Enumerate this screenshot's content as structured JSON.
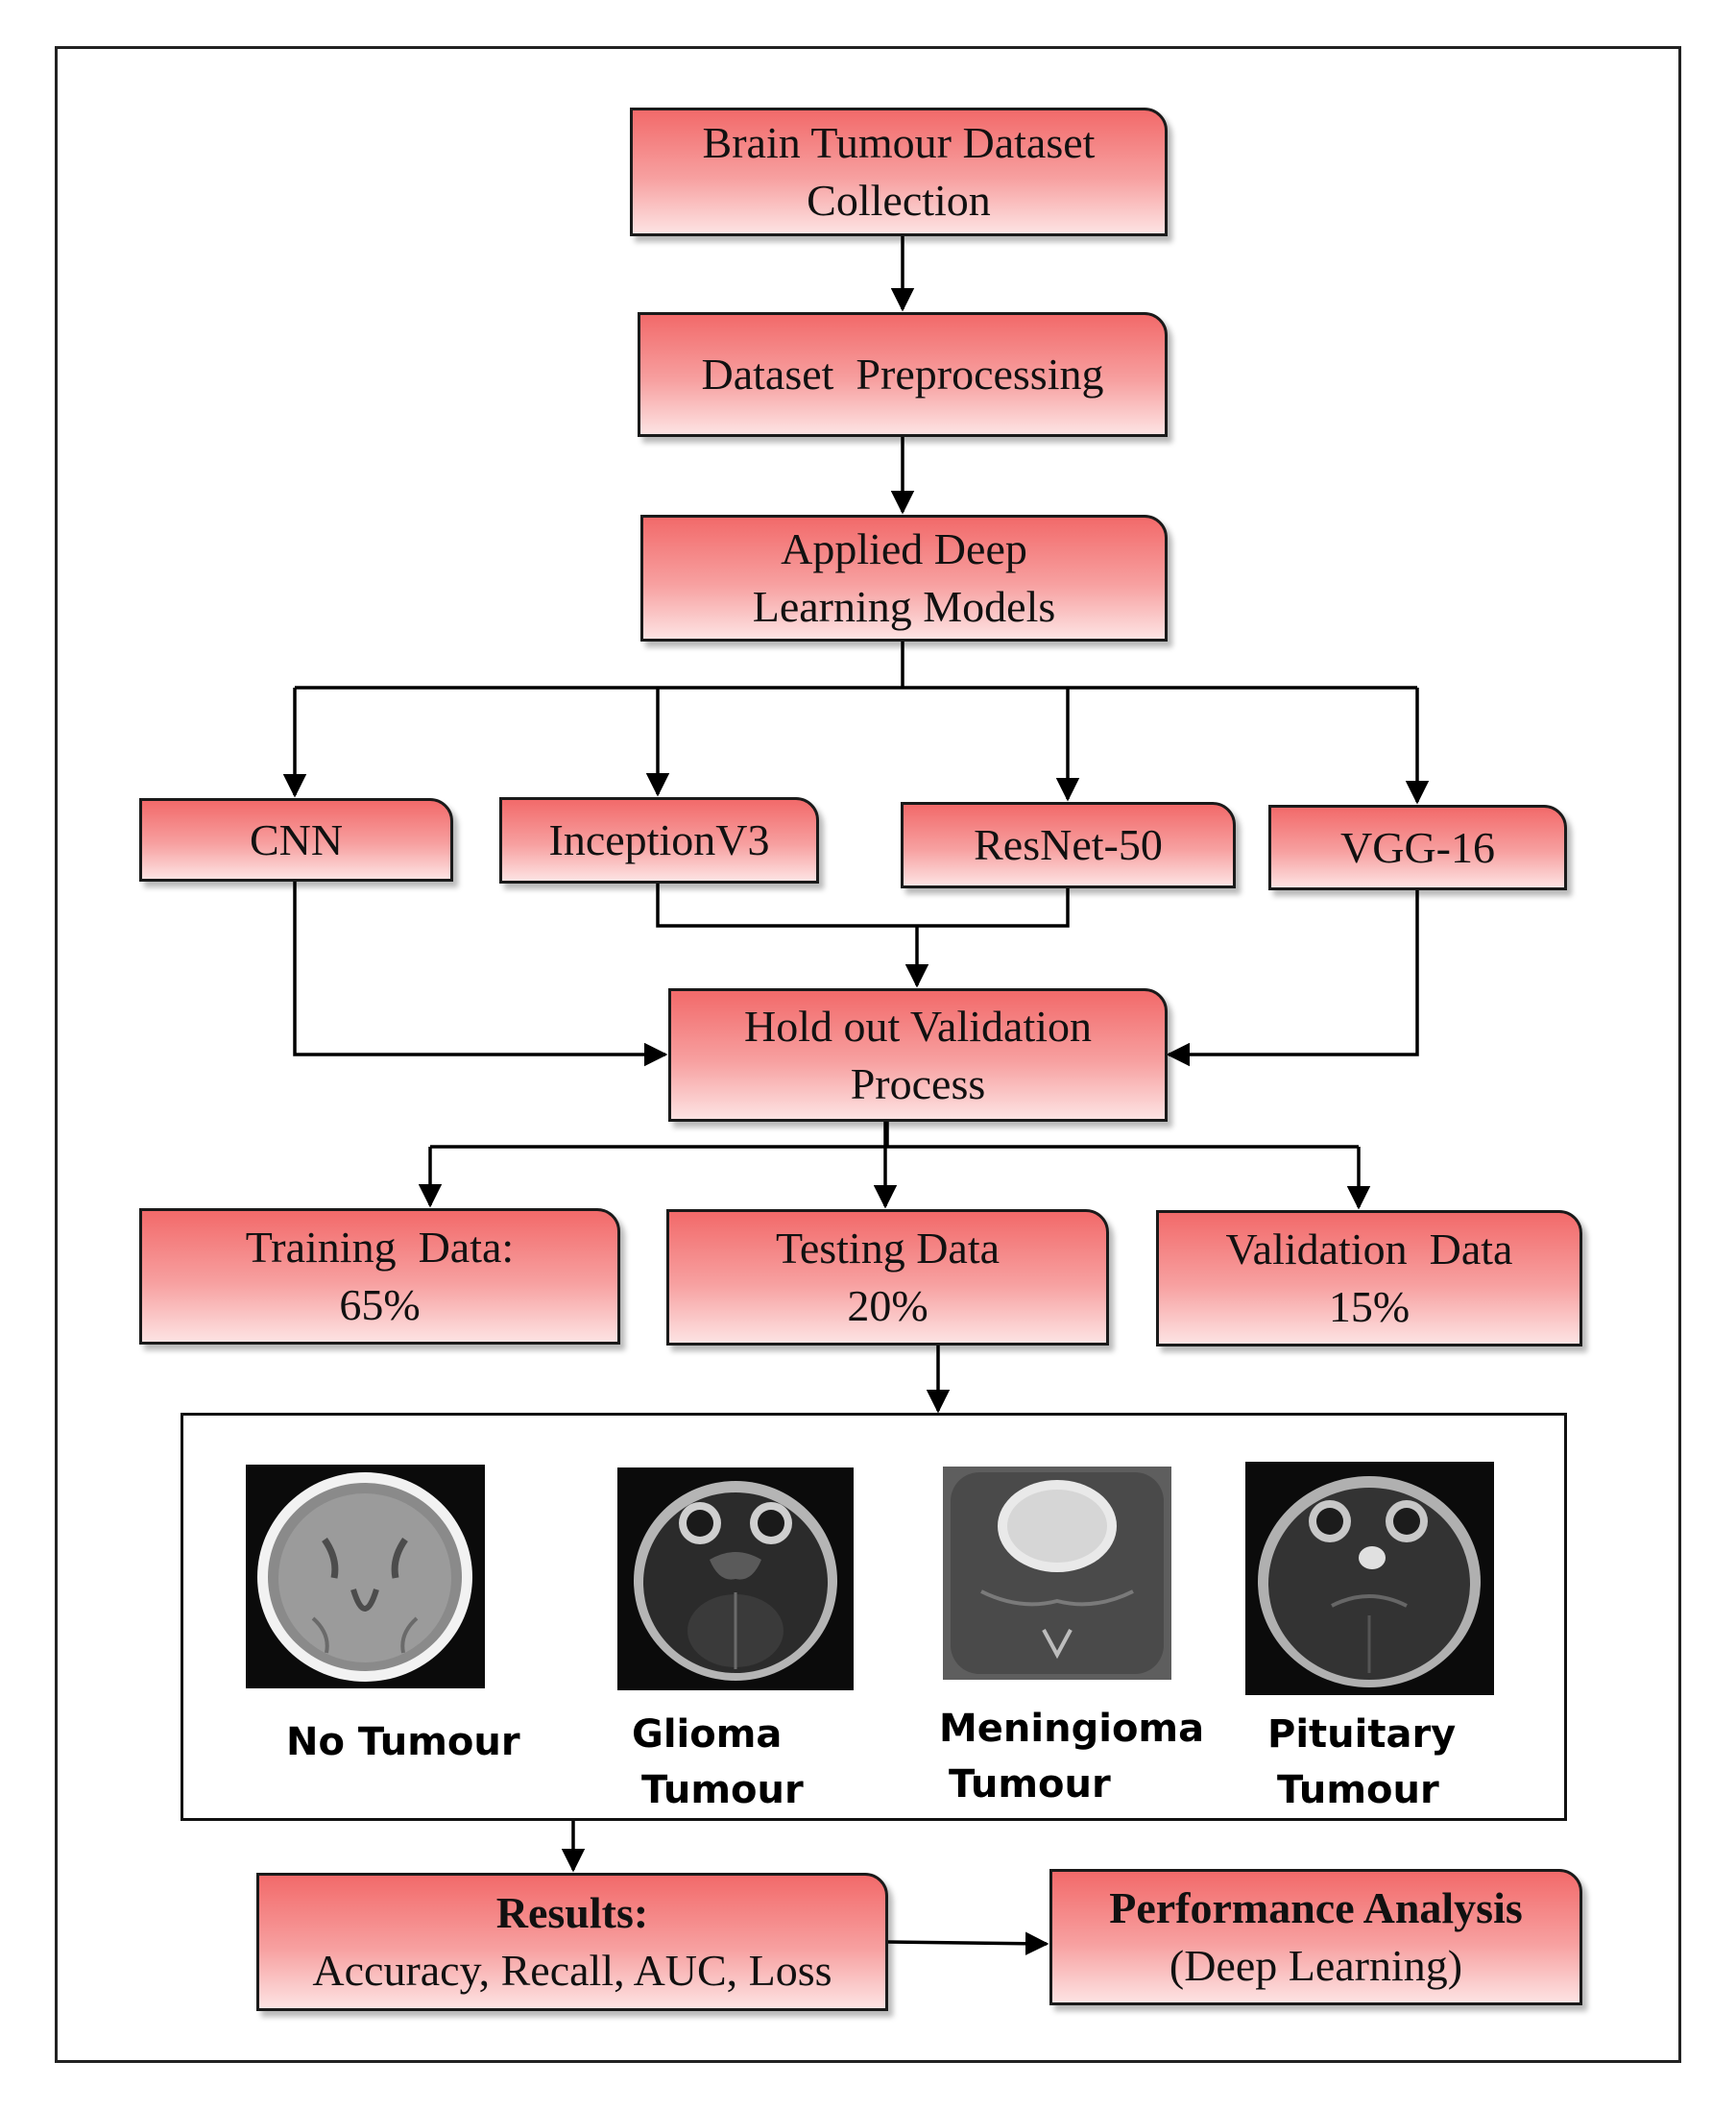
{
  "steps": {
    "collection": {
      "line1": "Brain Tumour Dataset",
      "line2": "Collection"
    },
    "preprocessing": {
      "label": "Dataset  Preprocessing"
    },
    "models": {
      "line1": "Applied Deep",
      "line2": "Learning Models"
    },
    "holdout": {
      "line1": "Hold out Validation",
      "line2": "Process"
    },
    "results": {
      "title": "Results:",
      "detail": "Accuracy, Recall, AUC, Loss"
    },
    "performance": {
      "title": "Performance Analysis",
      "detail": "(Deep Learning)"
    }
  },
  "models": [
    "CNN",
    "InceptionV3",
    "ResNet-50",
    "VGG-16"
  ],
  "splits": [
    {
      "label": "Training  Data:",
      "value": "65%"
    },
    {
      "label": "Testing Data",
      "value": "20%"
    },
    {
      "label": "Validation  Data",
      "value": "15%"
    }
  ],
  "classes": [
    {
      "line1": "No Tumour",
      "line2": ""
    },
    {
      "line1": "Glioma",
      "line2": "Tumour"
    },
    {
      "line1": "Meningioma",
      "line2": "Tumour"
    },
    {
      "line1": "Pituitary",
      "line2": "Tumour"
    }
  ]
}
